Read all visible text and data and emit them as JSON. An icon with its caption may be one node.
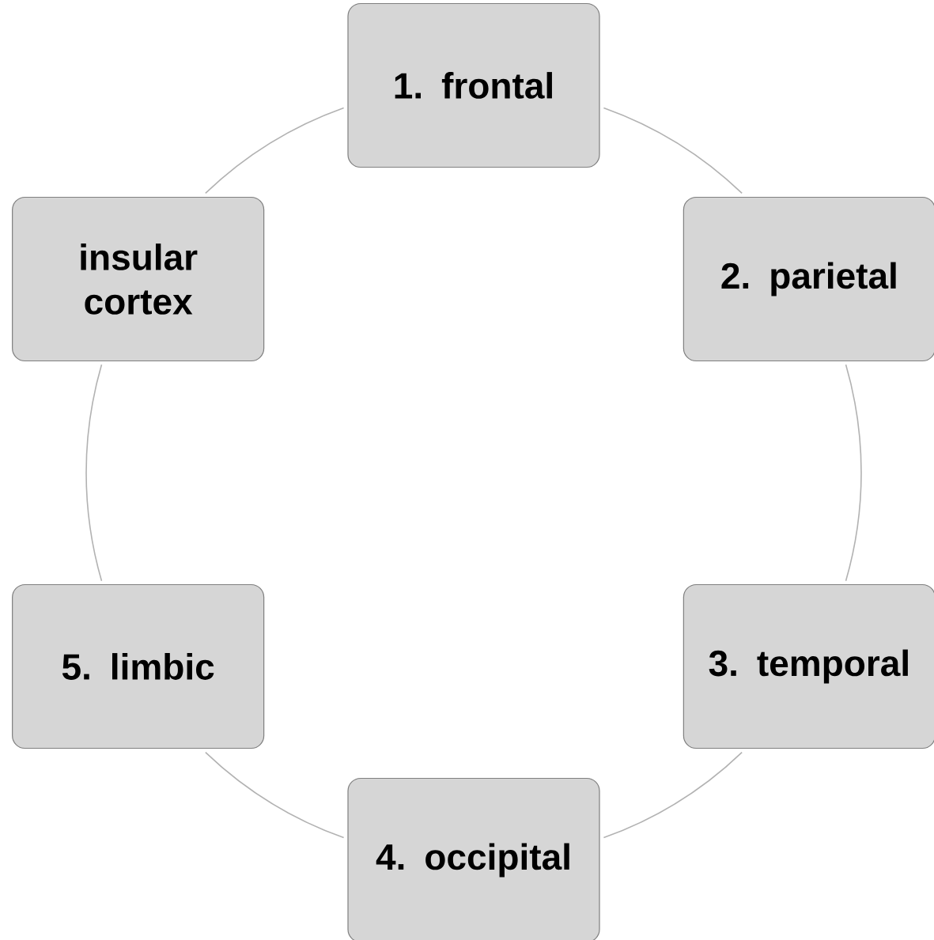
{
  "diagram": {
    "nodes": [
      {
        "text": [
          "1. frontal"
        ]
      },
      {
        "text": [
          "2. parietal"
        ]
      },
      {
        "text": [
          "3. temporal"
        ]
      },
      {
        "text": [
          "4. occipital"
        ]
      },
      {
        "text": [
          "5. limbic"
        ]
      },
      {
        "text": [
          "insular cortex"
        ]
      }
    ],
    "edges": [
      {
        "from": 0,
        "to": 1,
        "arrow": "none"
      },
      {
        "from": 1,
        "to": 2,
        "arrow": "none"
      },
      {
        "from": 2,
        "to": 3,
        "arrow": "none"
      },
      {
        "from": 3,
        "to": 4,
        "arrow": "none"
      },
      {
        "from": 4,
        "to": 5,
        "arrow": "none"
      },
      {
        "from": 5,
        "to": 0,
        "arrow": "none"
      }
    ]
  }
}
